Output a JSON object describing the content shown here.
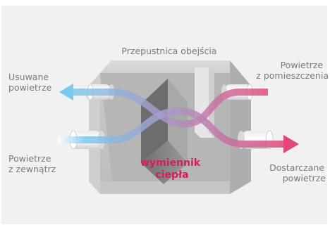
{
  "labels": {
    "bypass_damper": "Przepustnica obejścia",
    "exhaust_air": [
      "Usuwane",
      "powietrze"
    ],
    "room_air": [
      "Powietrze",
      "z pomieszczenia"
    ],
    "outdoor_air": [
      "Powietrze",
      "z zewnątrz"
    ],
    "supply_air": [
      "Dostarczane",
      "powietrze"
    ],
    "heat_exchanger": [
      "wymiennik",
      "ciepła"
    ]
  },
  "icons": {
    "exhaust_arrow": "arrow-left-icon",
    "supply_arrow": "arrow-right-icon"
  },
  "colors": {
    "cold_air": "#79c8ef",
    "warm_air": "#e3477a",
    "accent_text": "#d51f57",
    "label_text": "#7a7a7a",
    "background": "#f1f1f1"
  }
}
